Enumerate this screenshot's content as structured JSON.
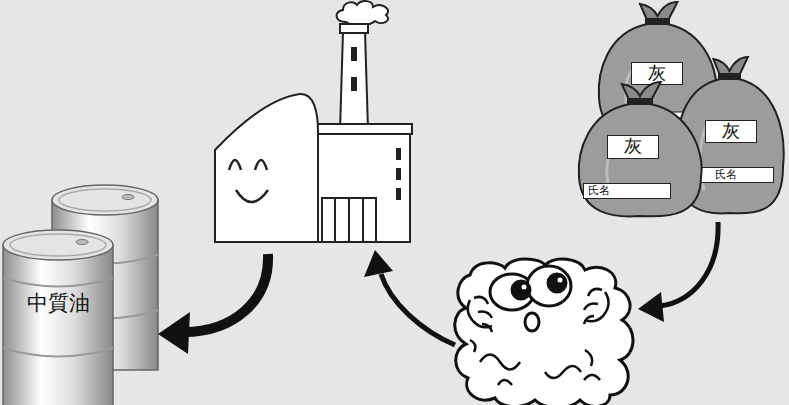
{
  "diagram": {
    "nodes": [
      {
        "text": [
          "灰"
        ]
      },
      {
        "text": [
          "灰",
          "氏名"
        ]
      },
      {
        "text": [
          "灰",
          "氏名"
        ]
      },
      {
        "text": [
          "中質油"
        ]
      }
    ]
  }
}
